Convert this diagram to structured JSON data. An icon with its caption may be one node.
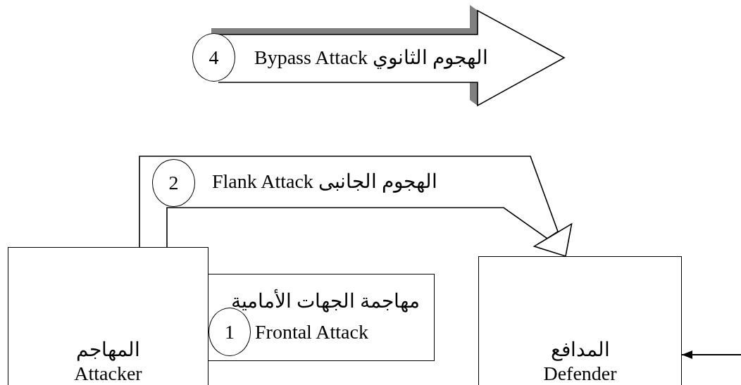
{
  "diagram": {
    "nodes": [
      {
        "text": [
          "4"
        ]
      },
      {
        "text": [
          "Bypass Attack الهجوم الثانوي"
        ]
      },
      {
        "text": [
          "2"
        ]
      },
      {
        "text": [
          "المهاجم",
          "Attacker"
        ]
      },
      {
        "text": [
          "مهاجمة الجهات الأمامية",
          "Frontal Attack"
        ]
      },
      {
        "text": [
          "1"
        ],
        "in": 4
      },
      {
        "text": [
          "المدافع",
          "Defender"
        ]
      }
    ],
    "edges": [
      {
        "from": 3,
        "to": 6,
        "arrow": "to",
        "label": "Flank Attack الهجوم الجانبى"
      },
      {
        "from": null,
        "to": 6,
        "arrow": "to"
      }
    ]
  }
}
